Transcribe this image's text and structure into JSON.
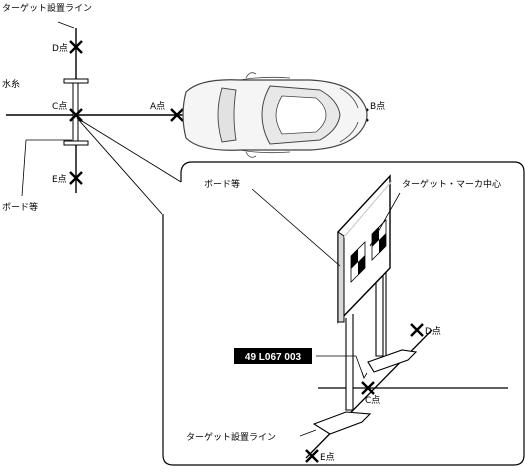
{
  "labels": {
    "target_line_top": "ターゲット設置ライン",
    "point_d": "D点",
    "horizontal_line": "水糸",
    "point_c": "C点",
    "point_a": "A点",
    "point_b": "B点",
    "point_e": "E点",
    "board_left": "ボード等"
  },
  "detail": {
    "board_label": "ボード等",
    "target_center_label": "ターゲット・マーカ中心",
    "part_code": "49 L067 003",
    "point_d": "D点",
    "point_c": "C点",
    "point_e": "E点",
    "target_line_label": "ターゲット設置ライン"
  }
}
